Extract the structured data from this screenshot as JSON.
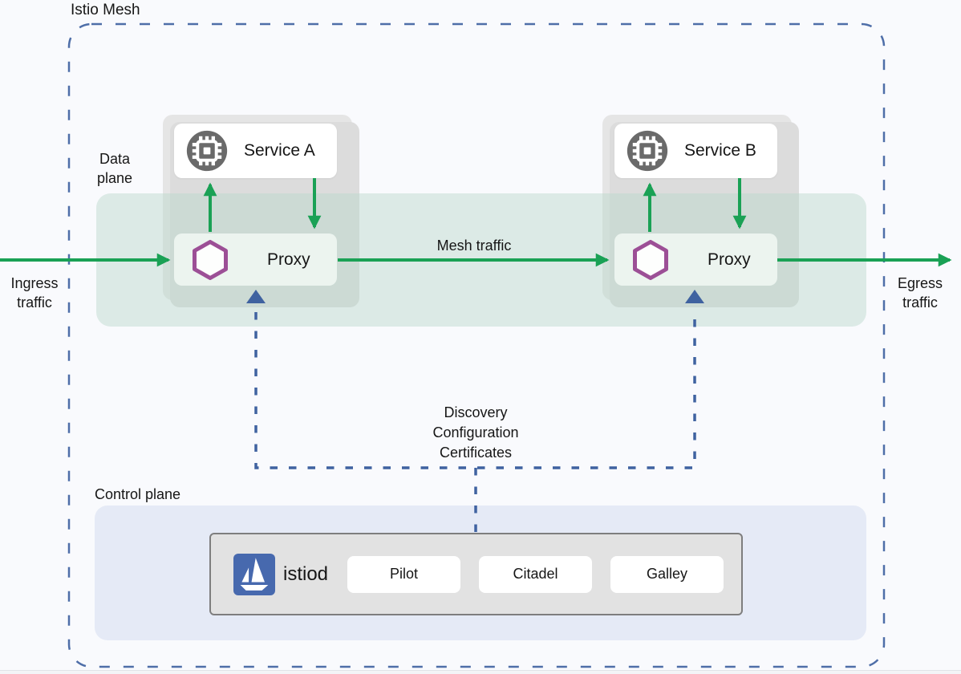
{
  "title": "Istio Mesh",
  "labels": {
    "data_plane": "Data\nplane",
    "control_plane": "Control plane",
    "ingress": "Ingress\ntraffic",
    "egress": "Egress\ntraffic",
    "mesh_traffic": "Mesh traffic",
    "discovery": "Discovery\nConfiguration\nCertificates"
  },
  "services": [
    {
      "name": "Service A",
      "proxy_label": "Proxy"
    },
    {
      "name": "Service B",
      "proxy_label": "Proxy"
    }
  ],
  "control_plane": {
    "daemon_name": "istiod",
    "components": [
      {
        "name": "Pilot"
      },
      {
        "name": "Citadel"
      },
      {
        "name": "Galley"
      }
    ]
  },
  "icons": {
    "service": "cpu-chip-icon",
    "proxy": "envoy-hexagon-icon",
    "istiod": "istio-sail-icon"
  },
  "colors": {
    "background": "#f9fafd",
    "mesh_border_blue": "#4e6ea8",
    "connector_blue": "#3f62a0",
    "traffic_green": "#1aa155",
    "mesh_band_teal": "rgba(183,216,201,0.45)",
    "service_group_gray": "#e5e5e5",
    "proxy_box_mint": "#ecf4ef",
    "hexagon_purple": "#9c4f96",
    "service_icon_gray": "#6a6a6a",
    "control_plane_lavender": "#e5eaf6",
    "istiod_box_gray": "#e2e2e2",
    "istio_blue": "#4769ae"
  }
}
